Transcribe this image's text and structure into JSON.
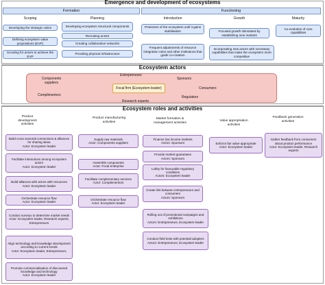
{
  "section1": {
    "title": "Emergence and development of ecosystems",
    "formation_label": "Formation",
    "functioning_label": "Functioning",
    "columns": {
      "scoping": "Scoping",
      "planning": "Planning",
      "introduction": "Introduction",
      "growth": "Growth",
      "maturity": "Maturity"
    },
    "scoping_items": [
      "Developing the strategic vision",
      "Defining ecosystem value propositions (EVP)",
      "Scouting for actors to achieve the EVP"
    ],
    "planning_items": [
      "Developing ecosystem structural components",
      "Recruiting actors",
      "Creating collaborative networks",
      "Providing physical infrastructure"
    ],
    "introduction_items": [
      "Protection of the ecosystem until it gains stabilisation",
      "Frequent adjustments of resource integration rules and other institutions that guide co-creation"
    ],
    "growth_items": [
      "Focused growth stimulated by establishing new markets",
      "Incorporating new actors with necessary capabilities that make the ecosystem more competitive"
    ],
    "maturity_items": [
      "Co-evolution of core capabilities"
    ]
  },
  "section2": {
    "title": "Ecosystem actors",
    "actors": {
      "components_suppliers": "Components suppliers",
      "entrepreneurs": "Entrepreneurs",
      "sponsors": "Sponsors",
      "consumers": "Consumers",
      "complimentors": "Complimentors",
      "regulators": "Regulators",
      "research_experts": "Research experts"
    },
    "focal": "Focal firm (Ecosystem leader)"
  },
  "section3": {
    "title": "Ecosystem roles and activities",
    "roles": [
      {
        "header": "Product development activities",
        "items": [
          {
            "text": "Build cross sectorial connections & alliances for sharing ideas",
            "actor": "Actor: Ecosystem leader"
          },
          {
            "text": "Facilitate interactions among ecosystem actors",
            "actor": "Actor: Ecosystem leader"
          },
          {
            "text": "Build alliances with actors with resources",
            "actor": "Actor: Ecosystem leader"
          },
          {
            "text": "Orchestrate resource flow",
            "actor": "Actor: Ecosystem leader"
          },
          {
            "text": "Conduct surveys to determine market needs",
            "actor": "Actor: Ecosystem leader, Research experts, Entrepreneurs"
          },
          {
            "text": "Align technology and knowledge development according to current trends",
            "actor": "Actor: Ecosystem leader, Entrepreneurs,"
          },
          {
            "text": "Promote commercialisation of discovered knowledge and technology",
            "actor": "Actor: Ecosystem leader"
          }
        ]
      },
      {
        "header": "Product manufacturing activities",
        "items": [
          {
            "text": "Supply raw materials",
            "actor": "Actor: Components suppliers"
          },
          {
            "text": "Assemble components",
            "actor": "Actor: Focal enterprise"
          },
          {
            "text": "Facilitate complementary services",
            "actor": "Actor: Complementors"
          },
          {
            "text": "Orchestrate resource flow",
            "actor": "Actor: Ecosystem leader"
          }
        ]
      },
      {
        "header": "Market formation & management activities",
        "items": [
          {
            "text": "Finance low income markets",
            "actor": "Actors: Sponsors"
          },
          {
            "text": "Provide market guarantees",
            "actor": "Actors: Sponsors"
          },
          {
            "text": "Lobby for favourable regulatory conditions",
            "actor": "Actors: Ecosystem leader"
          },
          {
            "text": "Create link between entrepreneurs and consumers",
            "actor": "Actors: Sponsors"
          },
          {
            "text": "Rolling out of promotional campaigns and exhibitions",
            "actor": "Actors: Entrepreneurs, Ecosystem leader"
          },
          {
            "text": "Conduct field tests with potential adopters",
            "actor": "Actors: Entrepreneurs, Ecosystem leader"
          }
        ]
      },
      {
        "header": "Value appropriation activities",
        "items": [
          {
            "text": "Enforce fair value appropriate",
            "actor": "Actor: Ecosystem leader"
          }
        ]
      },
      {
        "header": "Feedback generation activities",
        "items": [
          {
            "text": "Gather feedback from consumers about product performance",
            "actor": "Actor: Ecosystem leader, Research experts"
          }
        ]
      }
    ]
  },
  "colors": {
    "blue_fill": "#dde8fb",
    "blue_border": "#6a8fd0",
    "purple_fill": "#e8dcf2",
    "purple_border": "#9b6bc0",
    "actors_fill": "#f6c9c6",
    "actors_border": "#d4736d",
    "focal_fill": "#fdf0d2"
  }
}
